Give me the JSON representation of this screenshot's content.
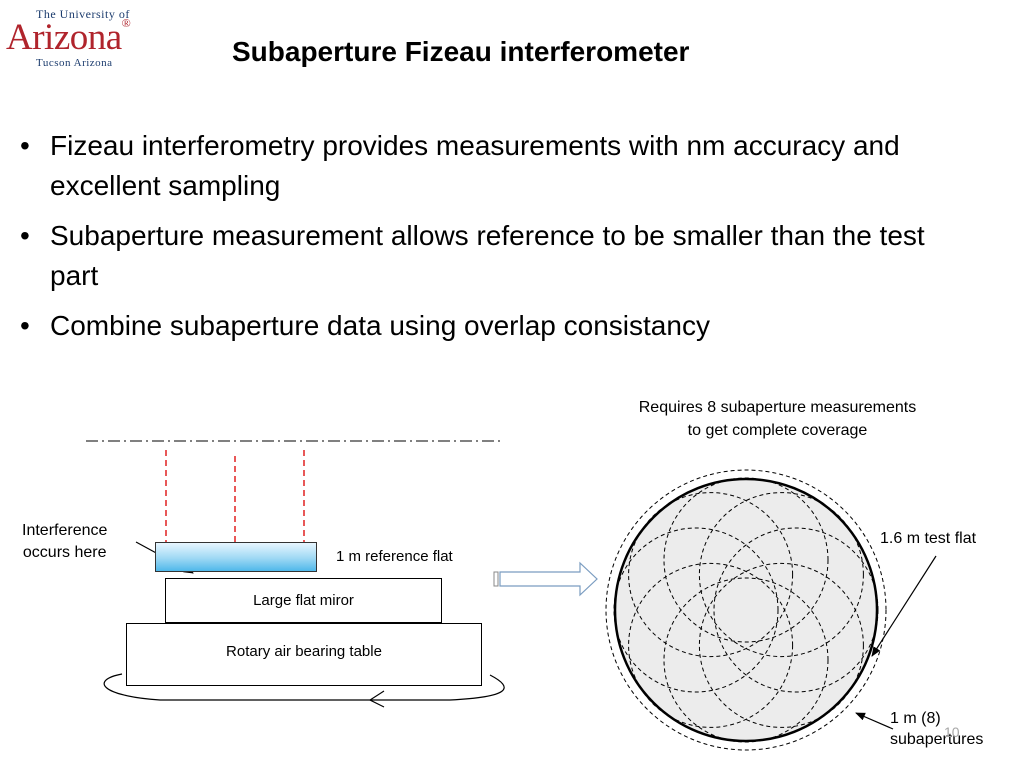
{
  "logo": {
    "line1": "The University of",
    "line2": "Arizona",
    "mark": "®",
    "line3": "Tucson Arizona"
  },
  "title": "Subaperture Fizeau interferometer",
  "bullets": [
    "Fizeau interferometry provides measurements with nm accuracy and excellent sampling",
    "Subaperture measurement allows reference to be smaller than the test part",
    "Combine subaperture data using overlap consistancy"
  ],
  "bullet_char": "•",
  "diagram_left": {
    "interference_label_line1": "Interference",
    "interference_label_line2": "occurs here",
    "reference_flat_label": "1 m reference flat",
    "mirror_label": "Large flat miror",
    "table_label": "Rotary air bearing table"
  },
  "diagram_right": {
    "caption_line1": "Requires 8 subaperture measurements",
    "caption_line2": "to get complete coverage",
    "test_flat_label": "1.6 m test flat",
    "subaperture_label_line1": "1 m (8)",
    "subaperture_label_line2": "subapertures",
    "subaperture_count": 8
  },
  "colors": {
    "logo_red": "#b0242c",
    "logo_blue": "#1c3c6e",
    "beam_red": "#e02020",
    "test_flat_fill": "#ececec",
    "reference_flat_blue": "#4fb8ea",
    "page_number": "#a6a6a6"
  },
  "icons": {
    "arrow": "hollow-right-arrow-icon",
    "rotation": "rotation-arrow-icon"
  },
  "page_number": "10"
}
